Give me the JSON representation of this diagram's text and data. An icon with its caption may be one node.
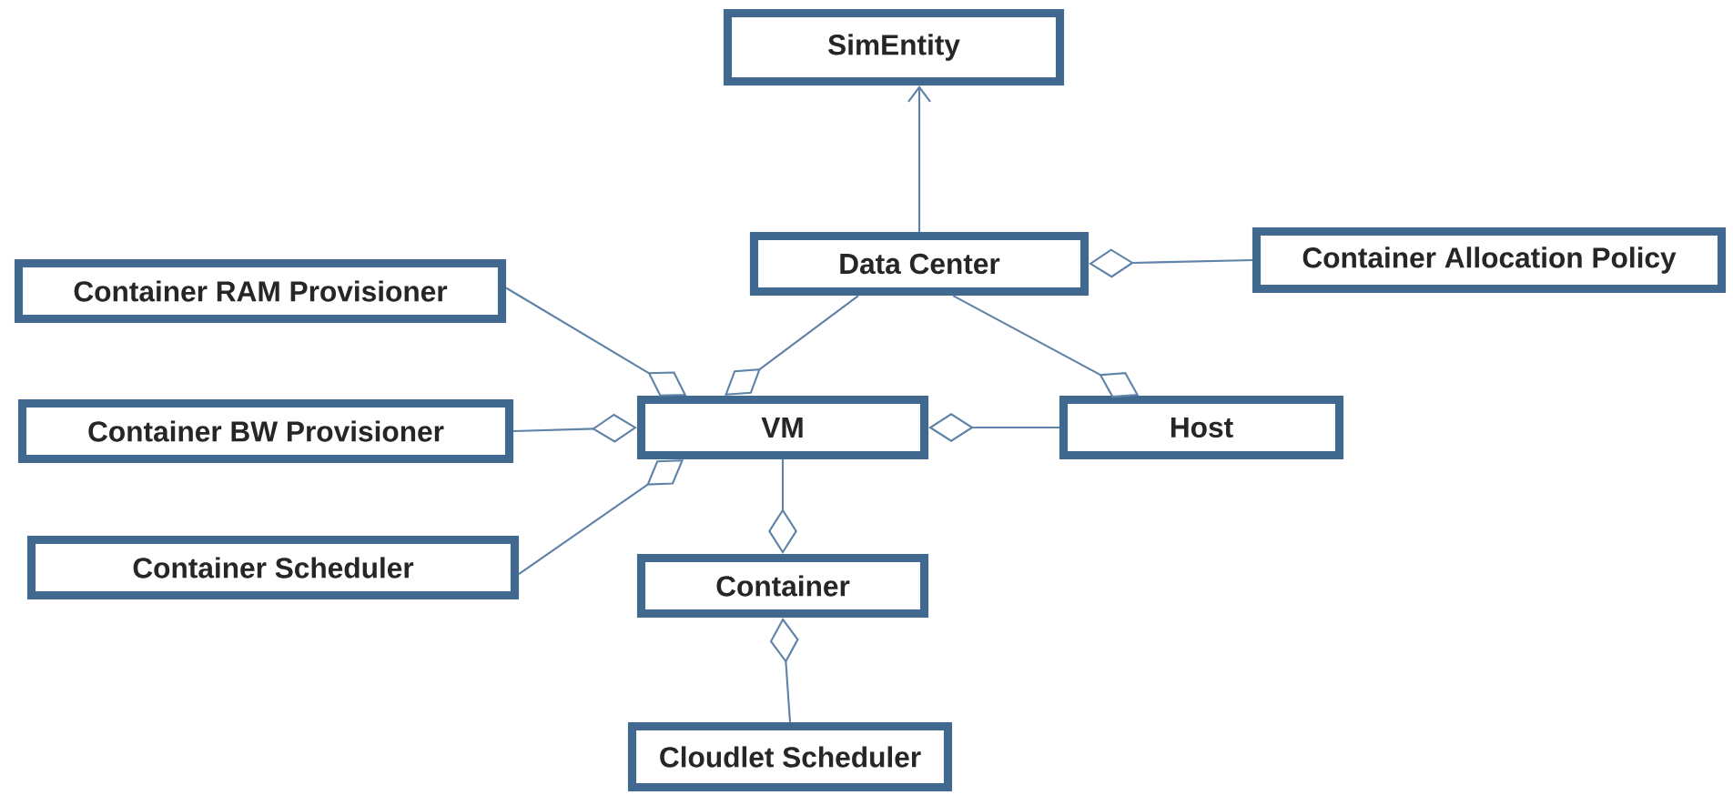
{
  "diagram": {
    "nodes": [
      {
        "text": [
          "SimEntity"
        ]
      },
      {
        "text": [
          "Data Center"
        ]
      },
      {
        "text": [
          "Container Allocation Policy"
        ]
      },
      {
        "text": [
          "Container RAM Provisioner"
        ]
      },
      {
        "text": [
          "VM"
        ]
      },
      {
        "text": [
          "Host"
        ]
      },
      {
        "text": [
          "Container BW Provisioner"
        ]
      },
      {
        "text": [
          "Container Scheduler"
        ]
      },
      {
        "text": [
          "Container"
        ]
      },
      {
        "text": [
          "Cloudlet Scheduler"
        ]
      }
    ],
    "edges": [
      {
        "from": 1,
        "to": 0,
        "arrow": "to"
      },
      {
        "from": 2,
        "to": 1,
        "arrow": "other"
      },
      {
        "from": 1,
        "to": 4,
        "arrow": "other"
      },
      {
        "from": 1,
        "to": 5,
        "arrow": "other"
      },
      {
        "from": 3,
        "to": 4,
        "arrow": "other"
      },
      {
        "from": 6,
        "to": 4,
        "arrow": "other"
      },
      {
        "from": 7,
        "to": 4,
        "arrow": "other"
      },
      {
        "from": 5,
        "to": 4,
        "arrow": "other"
      },
      {
        "from": 4,
        "to": 8,
        "arrow": "other"
      },
      {
        "from": 9,
        "to": 8,
        "arrow": "other"
      }
    ]
  }
}
